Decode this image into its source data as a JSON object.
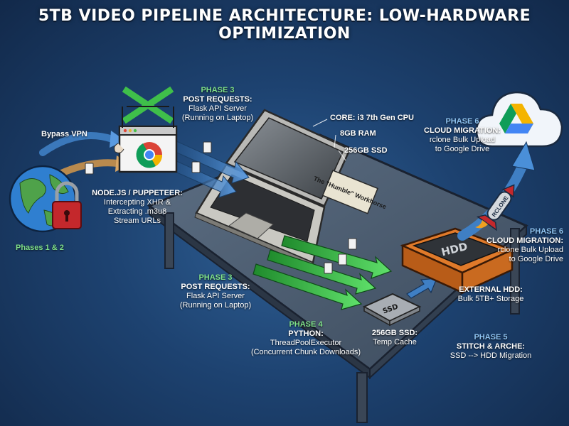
{
  "title": "5TB VIDEO PIPELINE ARCHITECTURE: LOW-HARDWARE OPTIMIZATION",
  "labels": {
    "bypass_vpn": "Bypass VPN",
    "phases_1_2": "Phases 1 & 2",
    "node": {
      "heading": "NODE.JS / PUPPETEER:",
      "line1": "Intercepting XHR &",
      "line2": "Extracting .m3u8",
      "line3": "Stream URLs"
    },
    "phase3_top": {
      "phase": "PHASE 3",
      "heading": "POST REQUESTS:",
      "line1": "Flask API Server",
      "line2": "(Running on Laptop)"
    },
    "phase3_bottom": {
      "phase": "PHASE 3",
      "heading": "POST REQUESTS:",
      "line1": "Flask API Server",
      "line2": "(Running on Laptop)"
    },
    "core_cpu": "CORE: i3 7th Gen CPU",
    "ram": "8GB RAM",
    "ssd_spec": "256GB SSD",
    "workhorse": "The \"Humble\" Workhorse",
    "phase4": {
      "phase": "PHASE 4",
      "heading": "PYTHON:",
      "line1": "ThreadPoolExecutor",
      "line2": "(Concurrent Chunk Downloads)"
    },
    "ssd_cache": {
      "heading": "256GB SSD:",
      "line1": "Temp Cache"
    },
    "phase5": {
      "phase": "PHASE 5",
      "heading": "STITCH & ARCHE:",
      "line1": "SSD --> HDD Migration"
    },
    "ext_hdd": {
      "heading": "EXTERNAL HDD:",
      "line1": "Bulk 5TB+ Storage"
    },
    "phase6_top": {
      "phase": "PHASE 6",
      "heading": "CLOUD MIGRATION:",
      "line1": "rclone Bulk Upload",
      "line2": "to Google Drive"
    },
    "phase6_right": {
      "phase": "PHASE 6",
      "heading": "CLOUD MIGRATION:",
      "line1": "rclone Bulk Upload",
      "line2": "to Google Drive"
    },
    "hdd_text": "HDD",
    "ssd_text": "SSD",
    "rclone_text": "RCLONE"
  },
  "colors": {
    "phase_green": "#7fe08a",
    "phase_blue": "#8fc4f2",
    "arrow_green": "#3bc24a",
    "arrow_blue": "#3f7fc4",
    "hdd_orange": "#e07a2a"
  },
  "icons": [
    "globe-icon",
    "padlock-icon",
    "chrome-icon",
    "crossed-x-icon",
    "google-drive-icon",
    "cloud-icon",
    "rocket-icon",
    "document-icon"
  ]
}
